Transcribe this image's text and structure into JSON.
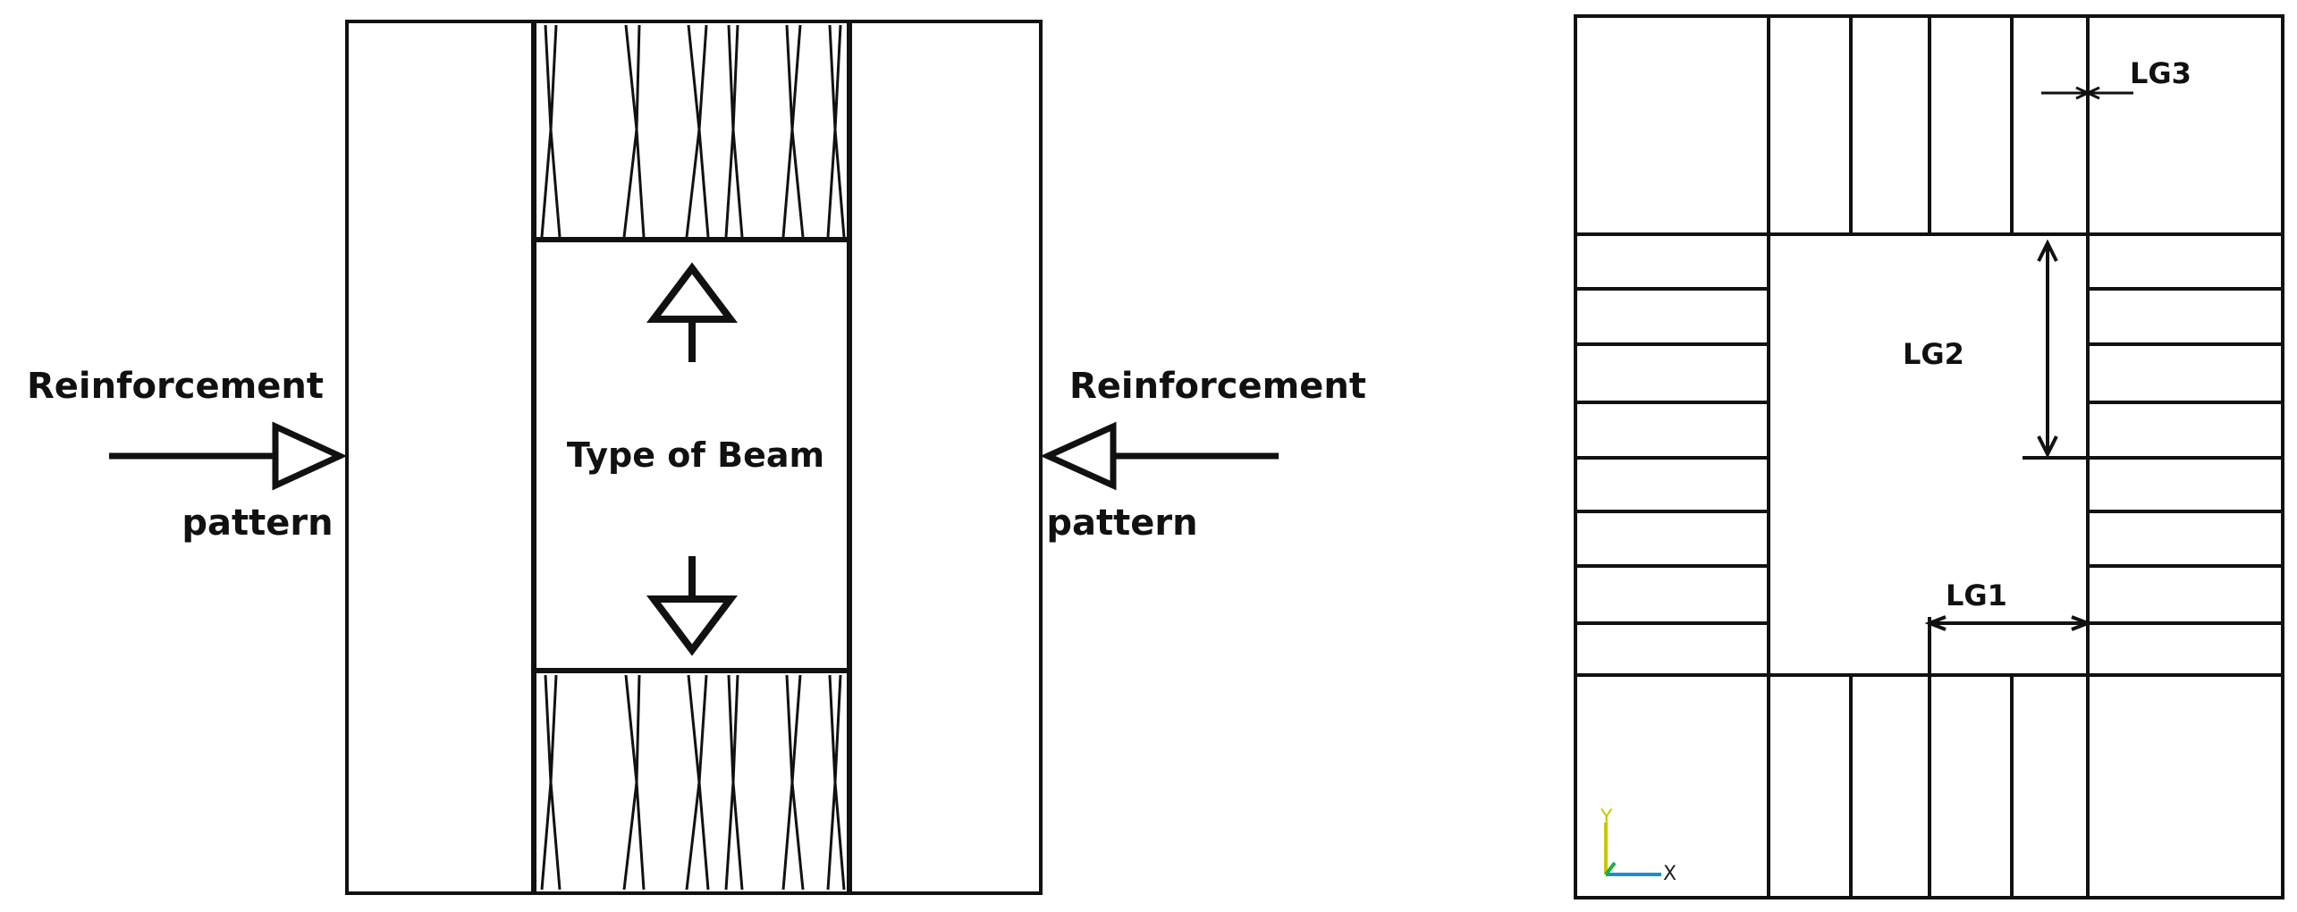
{
  "left_diagram": {
    "left_label_top": "Reinforcement",
    "left_label_bottom": "pattern",
    "right_label_top": "Reinforcement",
    "right_label_bottom": "pattern",
    "center_label": "Type of Beam"
  },
  "right_diagram": {
    "dim_lg1": "LG1",
    "dim_lg2": "LG2",
    "dim_lg3": "LG3",
    "axis_y": "Y",
    "axis_x": "X",
    "colors": {
      "axis_y": "#c8c800",
      "axis_x": "#1a8fd0",
      "axis_z": "#20b040"
    }
  }
}
